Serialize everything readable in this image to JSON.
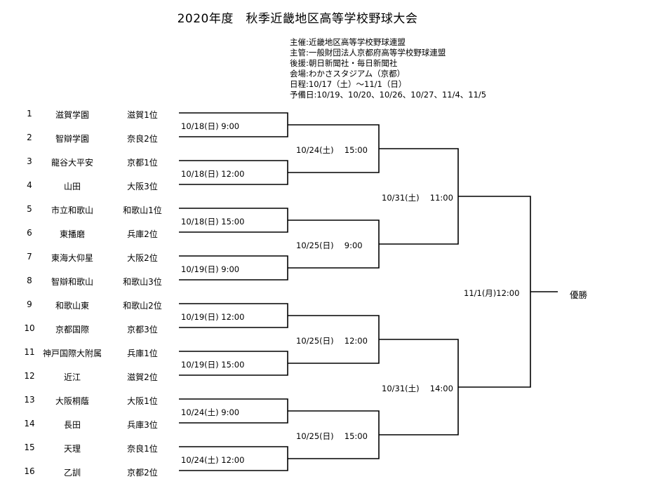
{
  "title": "2020年度　秋季近畿地区高等学校野球大会",
  "info": [
    "主催:近畿地区高等学校野球連盟",
    "主管:一般財団法人京都府高等学校野球連盟",
    "後援:朝日新聞社・毎日新聞社",
    "会場:わかさスタジアム（京都）",
    "日程:10/17（土）～11/1（日）",
    "予備日:10/19、10/20、10/26、10/27、11/4、11/5"
  ],
  "teams": [
    {
      "num": "1",
      "name": "滋賀学園",
      "seed": "滋賀1位"
    },
    {
      "num": "2",
      "name": "智辯学園",
      "seed": "奈良2位"
    },
    {
      "num": "3",
      "name": "龍谷大平安",
      "seed": "京都1位"
    },
    {
      "num": "4",
      "name": "山田",
      "seed": "大阪3位"
    },
    {
      "num": "5",
      "name": "市立和歌山",
      "seed": "和歌山1位"
    },
    {
      "num": "6",
      "name": "東播磨",
      "seed": "兵庫2位"
    },
    {
      "num": "7",
      "name": "東海大仰星",
      "seed": "大阪2位"
    },
    {
      "num": "8",
      "name": "智辯和歌山",
      "seed": "和歌山3位"
    },
    {
      "num": "9",
      "name": "和歌山東",
      "seed": "和歌山2位"
    },
    {
      "num": "10",
      "name": "京都国際",
      "seed": "京都3位"
    },
    {
      "num": "11",
      "name": "神戸国際大附属",
      "seed": "兵庫1位"
    },
    {
      "num": "12",
      "name": "近江",
      "seed": "滋賀2位"
    },
    {
      "num": "13",
      "name": "大阪桐蔭",
      "seed": "大阪1位"
    },
    {
      "num": "14",
      "name": "長田",
      "seed": "兵庫3位"
    },
    {
      "num": "15",
      "name": "天理",
      "seed": "奈良1位"
    },
    {
      "num": "16",
      "name": "乙訓",
      "seed": "京都2位"
    }
  ],
  "round1": [
    "10/18(日) 9:00",
    "10/18(日) 12:00",
    "10/18(日) 15:00",
    "10/19(日) 9:00",
    "10/19(日) 12:00",
    "10/19(日) 15:00",
    "10/24(土) 9:00",
    "10/24(土) 12:00"
  ],
  "round2": [
    "10/24(土)　 15:00",
    "10/25(日)　 9:00",
    "10/25(日)　 12:00",
    "10/25(日)　 15:00"
  ],
  "semis": [
    "10/31(土)　 11:00",
    "10/31(土)　 14:00"
  ],
  "final": "11/1(月)12:00",
  "winner": "優勝"
}
